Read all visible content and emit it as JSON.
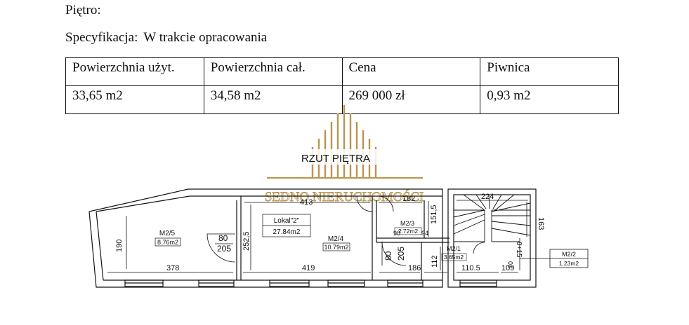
{
  "header": {
    "floor_label": "Piętro:",
    "spec_label": "Specyfikacja:",
    "spec_value": "W trakcie opracowania"
  },
  "table": {
    "headers": [
      "Powierzchnia użyt.",
      "Powierzchnia cał.",
      "Cena",
      "Piwnica"
    ],
    "values": [
      "33,65 m2",
      "34,58 m2",
      "269 000 zł",
      "0,93 m2"
    ]
  },
  "watermark": {
    "brand": "SEDNO NIERUCHOMOŚCI",
    "color": "#b8954f"
  },
  "plan": {
    "title": "RZUT PIĘTRA",
    "unit_name": "Lokal\"2\"",
    "unit_area": "27.84m2",
    "rooms": [
      {
        "id": "M2/5",
        "area": "8.76m2"
      },
      {
        "id": "M2/4",
        "area": "10.79m2"
      },
      {
        "id": "M2/3",
        "area": "2.72m2"
      },
      {
        "id": "M2/1",
        "area": "3.65m2"
      },
      {
        "id": "M2/2",
        "area": "1.23m2"
      }
    ],
    "dimensions": {
      "d378": "378",
      "d419": "419",
      "d413": "413",
      "d190": "190",
      "d252": "252,5",
      "d80a": "80",
      "d205a": "205",
      "d182": "182",
      "d151": "151,5",
      "d90": "90",
      "d94": "94",
      "d80b": "80",
      "d205b": "205",
      "d186": "186",
      "d112": "112",
      "d110": "110.5",
      "d109": "109",
      "d224": "224",
      "d163": "163",
      "d0415": "0+15",
      "d70": "70"
    }
  }
}
